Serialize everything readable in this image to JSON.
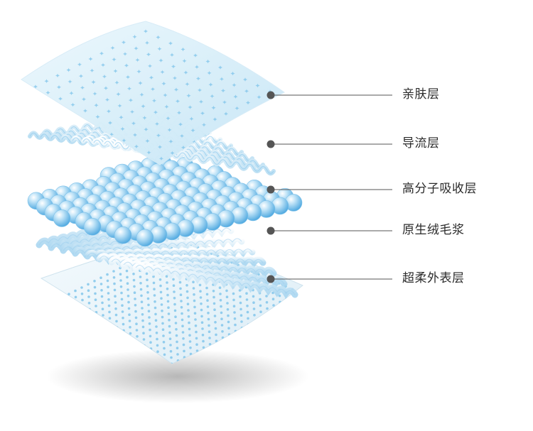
{
  "layers": [
    {
      "id": "topsheet",
      "label": "亲肤层"
    },
    {
      "id": "acquisition",
      "label": "导流层"
    },
    {
      "id": "sap",
      "label": "高分子吸收层"
    },
    {
      "id": "pulp",
      "label": "原生绒毛浆"
    },
    {
      "id": "backsheet",
      "label": "超柔外表层"
    }
  ],
  "colors": {
    "sheet_light": "#eaf6fc",
    "sheet_mid": "#cfeaf7",
    "accent_blue": "#7cc3ea",
    "bead_blue": "#5fb4e6",
    "leader_line": "#555555",
    "dot": "#555555"
  }
}
